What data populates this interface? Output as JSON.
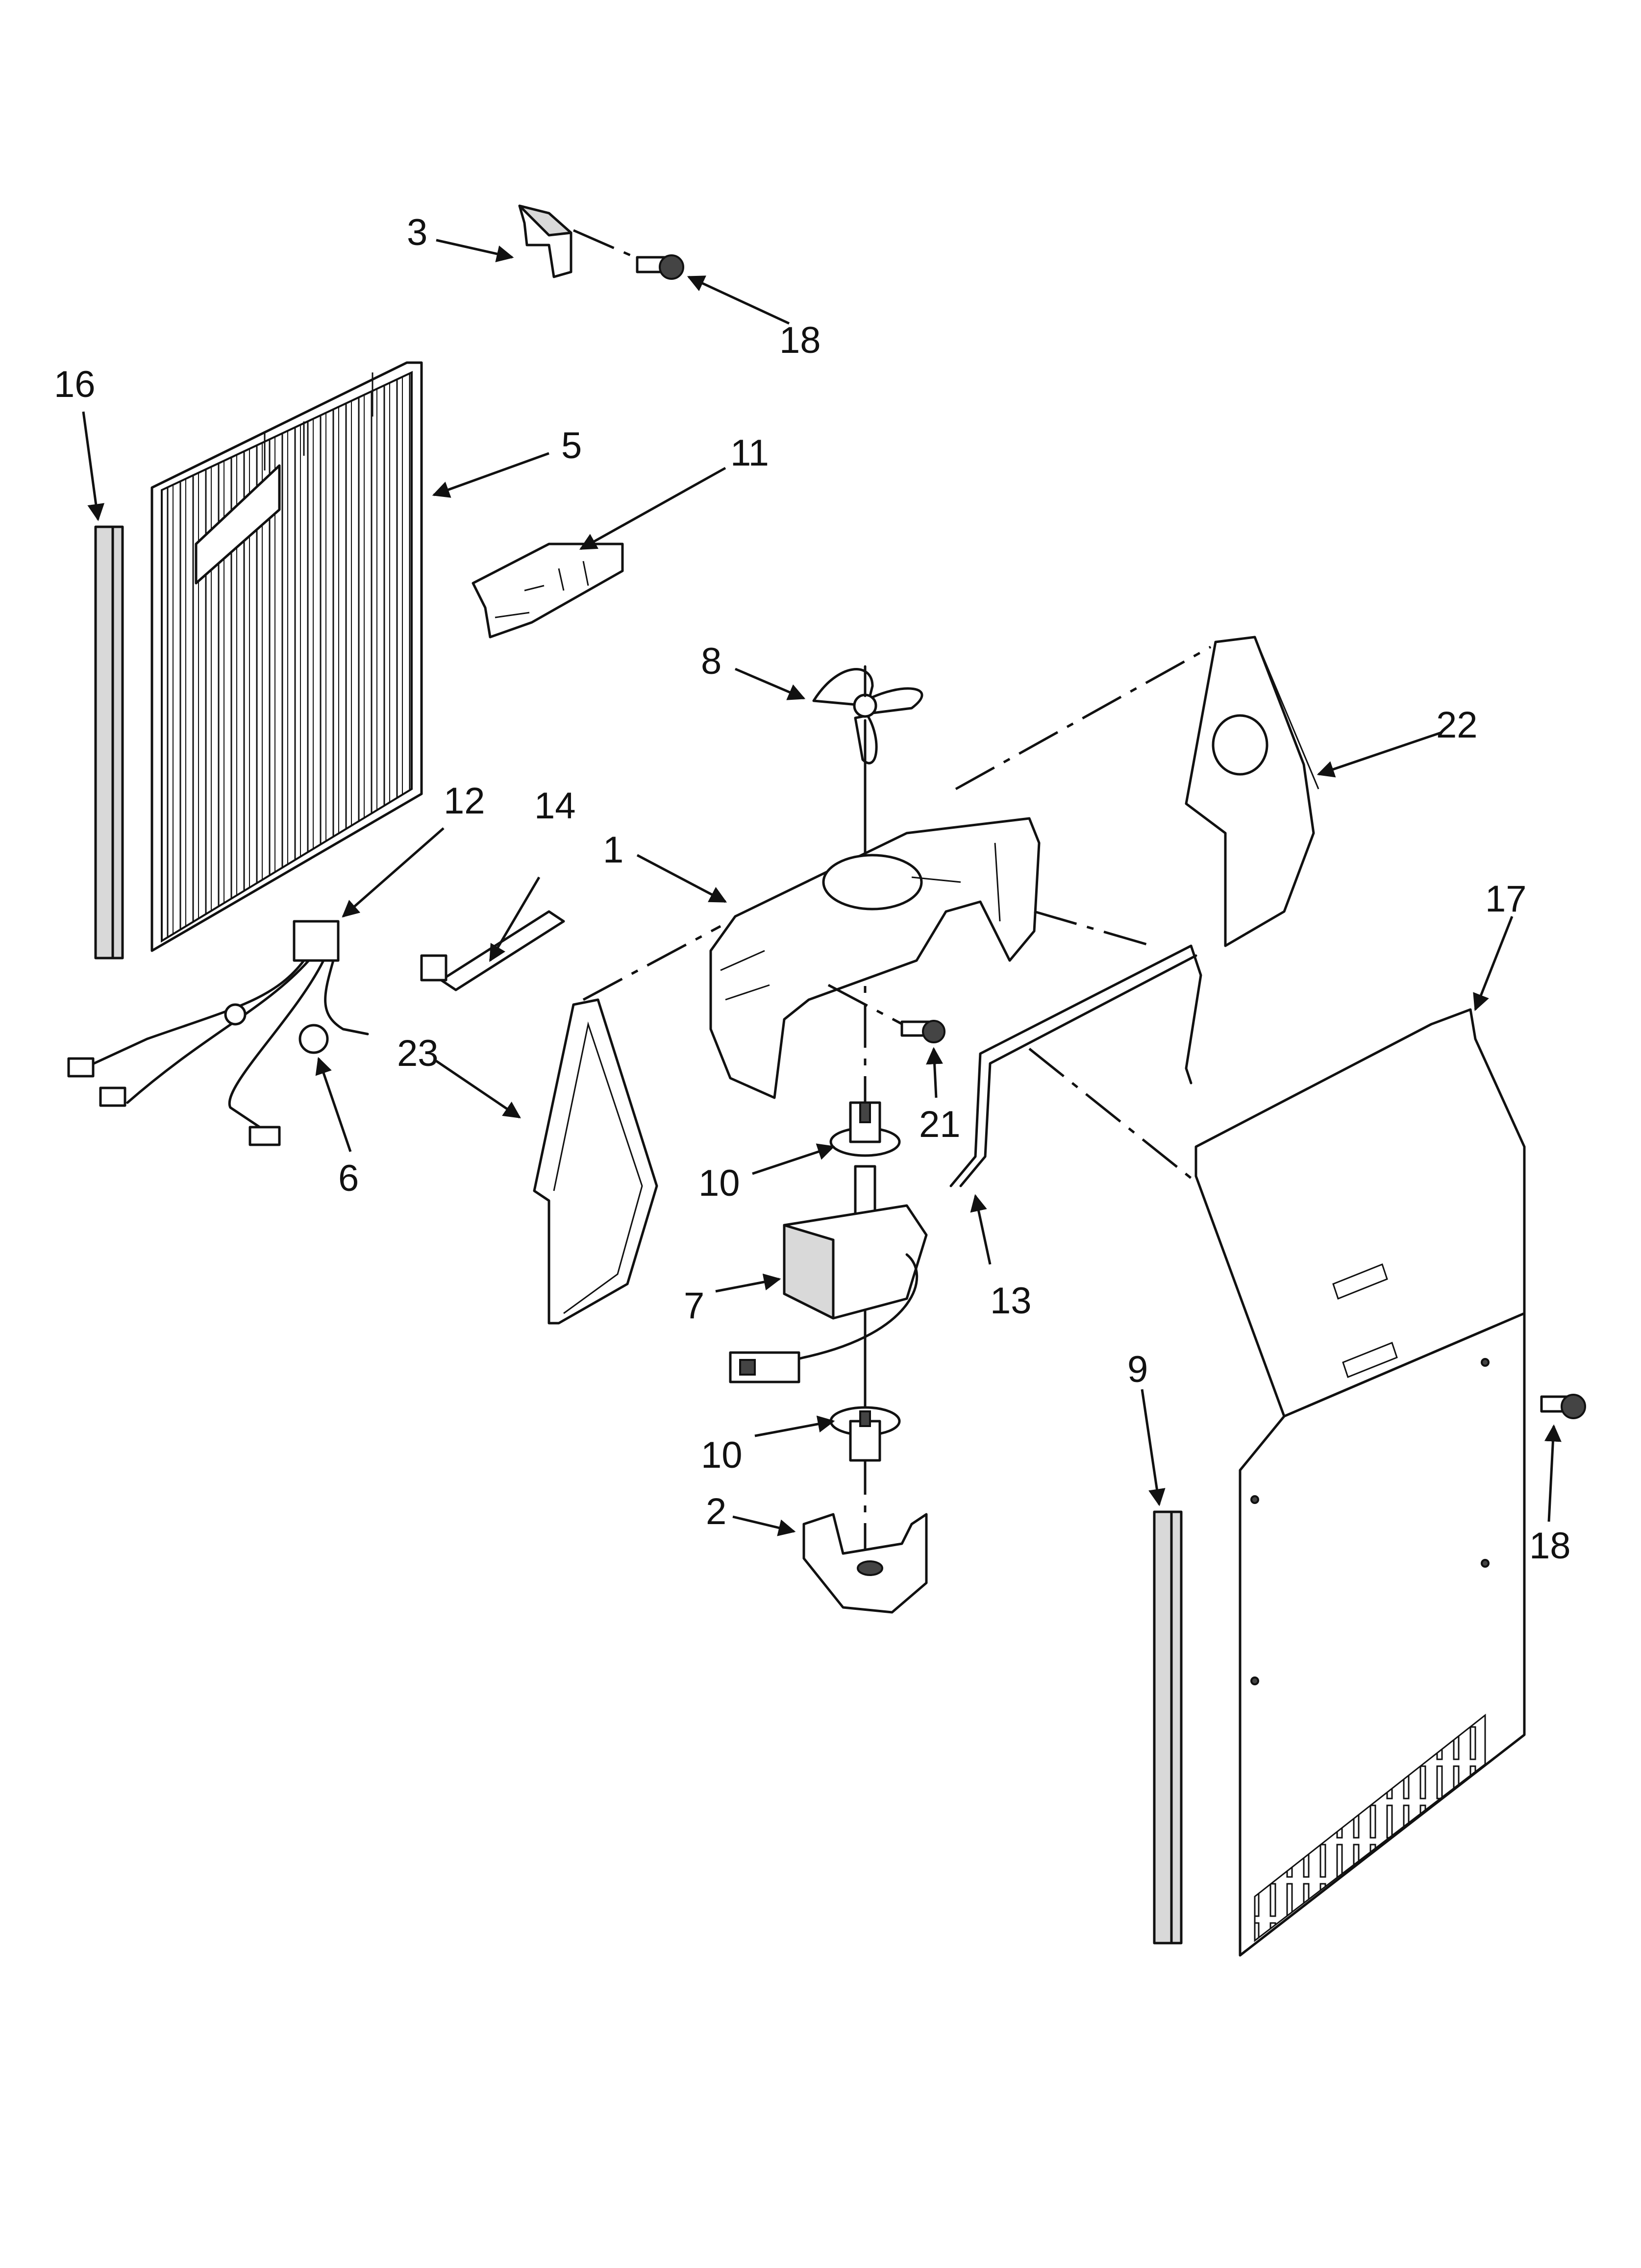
{
  "diagram": {
    "callouts": {
      "c1": "1",
      "c2": "2",
      "c3": "3",
      "c5": "5",
      "c6": "6",
      "c7": "7",
      "c8": "8",
      "c9": "9",
      "c10a": "10",
      "c10b": "10",
      "c11": "11",
      "c12": "12",
      "c13": "13",
      "c14": "14",
      "c16": "16",
      "c17": "17",
      "c18a": "18",
      "c18b": "18",
      "c21": "21",
      "c22": "22",
      "c23": "23"
    }
  }
}
